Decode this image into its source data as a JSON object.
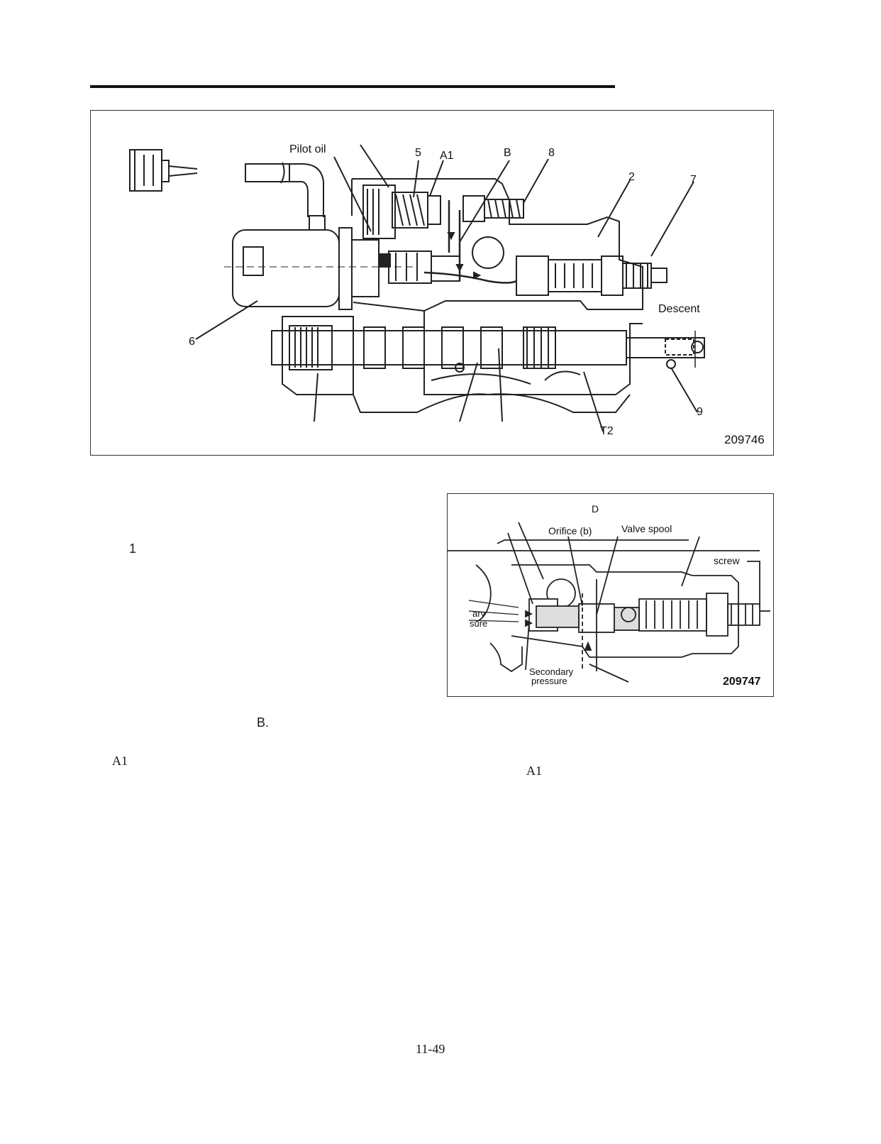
{
  "figure1": {
    "labels": {
      "pilot_oil": "Pilot oil",
      "n5": "5",
      "a1": "A1",
      "b": "B",
      "n8": "8",
      "n2": "2",
      "n7": "7",
      "descent": "Descent",
      "n6": "6",
      "n9": "9",
      "t2": "T2"
    },
    "figure_number": "209746"
  },
  "figure2": {
    "labels": {
      "d": "D",
      "orifice": "Orifice (b)",
      "valve_spool": "Valve spool",
      "screw": "screw",
      "ary": "ary",
      "sure": "sure",
      "secondary_pressure_1": "Secondary",
      "secondary_pressure_2": "pressure"
    },
    "figure_number": "209747"
  },
  "text": {
    "step_number": "1",
    "b_ref": "B.",
    "a1_left": "A1",
    "a1_right": "A1"
  },
  "page_number": "11-49"
}
